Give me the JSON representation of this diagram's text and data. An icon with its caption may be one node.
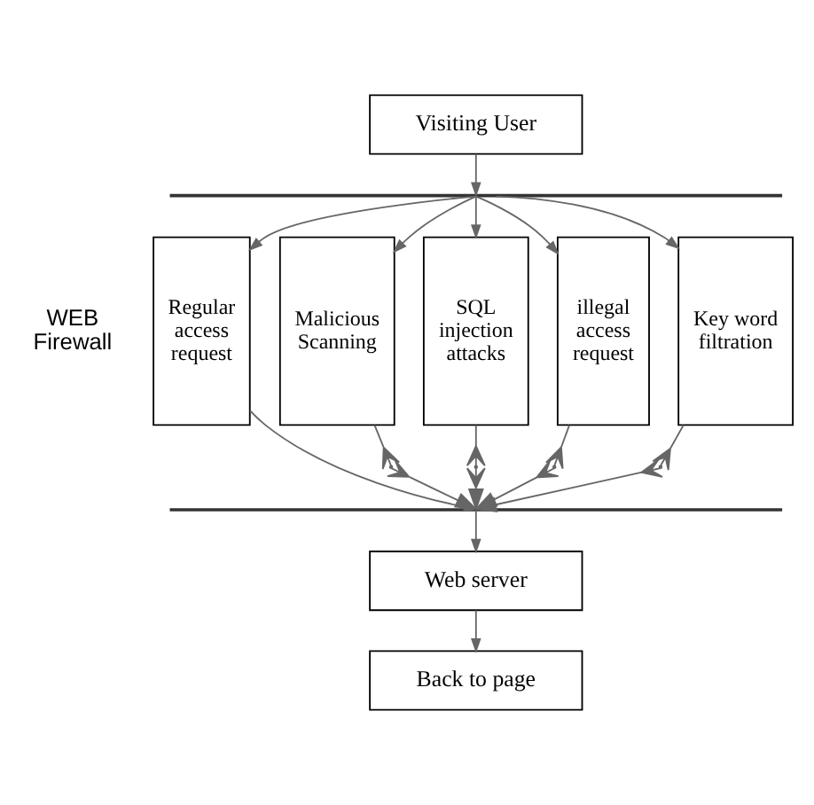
{
  "diagram": {
    "nodes": [
      {
        "text": [
          "Visiting User"
        ]
      },
      {
        "text": [],
        "shape": "bar"
      },
      {
        "text": [
          "Regular access request"
        ]
      },
      {
        "text": [
          "Malicious Scanning"
        ]
      },
      {
        "text": [
          "SQL injection attacks"
        ]
      },
      {
        "text": [
          "illegal access request"
        ]
      },
      {
        "text": [
          "Key word filtration"
        ]
      },
      {
        "text": [],
        "shape": "cross"
      },
      {
        "text": [],
        "shape": "cross"
      },
      {
        "text": [],
        "shape": "cross"
      },
      {
        "text": [],
        "shape": "cross"
      },
      {
        "text": [],
        "shape": "bar"
      },
      {
        "text": [
          "Web server"
        ]
      },
      {
        "text": [
          "Back to page"
        ]
      }
    ],
    "edges": [
      {
        "from": 0,
        "to": 1,
        "arrow": "to"
      },
      {
        "from": 1,
        "to": 2,
        "arrow": "to"
      },
      {
        "from": 1,
        "to": 3,
        "arrow": "to"
      },
      {
        "from": 1,
        "to": 4,
        "arrow": "to"
      },
      {
        "from": 1,
        "to": 5,
        "arrow": "to"
      },
      {
        "from": 1,
        "to": 6,
        "arrow": "to"
      },
      {
        "from": 2,
        "to": 11,
        "arrow": "to"
      },
      {
        "from": 3,
        "to": 7,
        "arrow": "other"
      },
      {
        "from": 7,
        "to": 11,
        "arrow": "to"
      },
      {
        "from": 4,
        "to": 8,
        "arrow": "other"
      },
      {
        "from": 8,
        "to": 11,
        "arrow": "to"
      },
      {
        "from": 5,
        "to": 9,
        "arrow": "other"
      },
      {
        "from": 9,
        "to": 11,
        "arrow": "to"
      },
      {
        "from": 6,
        "to": 10,
        "arrow": "other"
      },
      {
        "from": 10,
        "to": 11,
        "arrow": "to"
      },
      {
        "from": 11,
        "to": 12,
        "arrow": "to"
      },
      {
        "from": 12,
        "to": 13,
        "arrow": "to"
      }
    ],
    "labels": [
      "WEB Firewall"
    ]
  }
}
